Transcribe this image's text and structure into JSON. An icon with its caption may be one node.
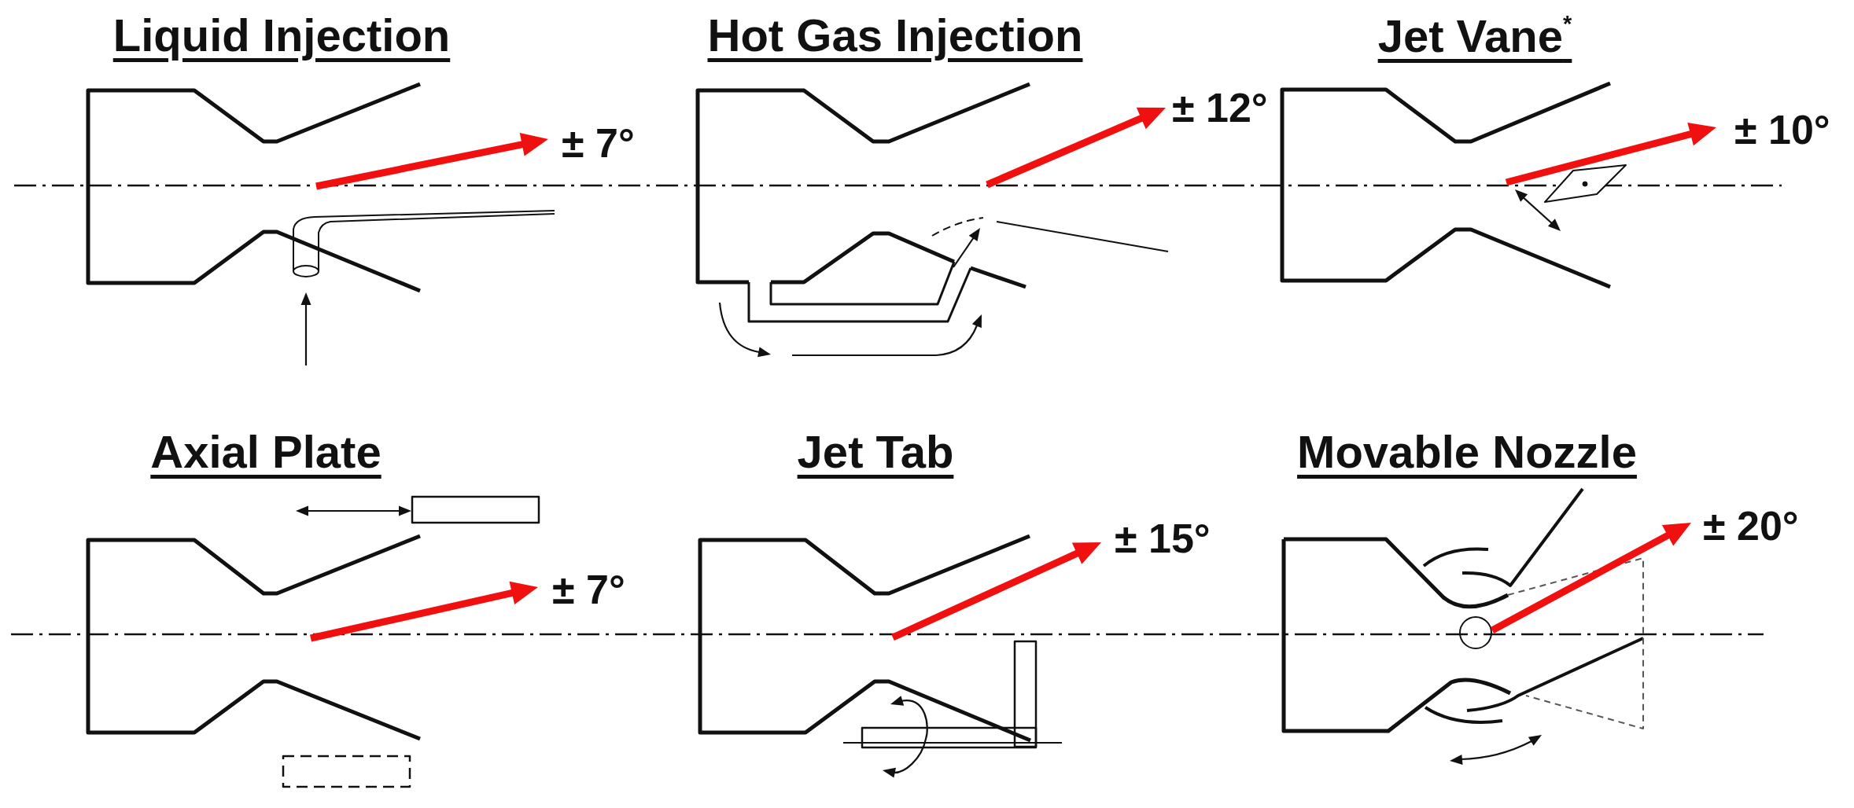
{
  "diagram": {
    "labels": [
      "Liquid Injection",
      "± 7°",
      "Hot Gas Injection",
      "± 12°",
      "Jet Vane$^{*}$",
      "± 10°",
      "Axial Plate",
      "± 7°",
      "Jet Tab",
      "± 15°",
      "Movable Nozzle",
      "± 20°"
    ]
  }
}
